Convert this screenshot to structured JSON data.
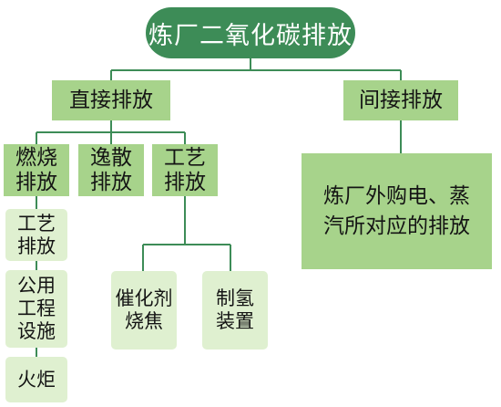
{
  "root": {
    "label": "炼厂二氧化碳排放"
  },
  "direct": {
    "label": "直接排放"
  },
  "indirect": {
    "label": "间接排放"
  },
  "combustion": {
    "label": "燃烧\n排放"
  },
  "fugitive": {
    "label": "逸散\n排放"
  },
  "process": {
    "label": "工艺\n排放"
  },
  "combustion_children": [
    {
      "label": "工艺\n排放"
    },
    {
      "label": "公用\n工程\n设施"
    },
    {
      "label": "火炬"
    }
  ],
  "process_children": [
    {
      "label": "催化剂\n烧焦"
    },
    {
      "label": "制氢\n装置"
    }
  ],
  "indirect_child": {
    "label": "炼厂外购电、蒸\n汽所对应的排放"
  },
  "colors": {
    "root_fill": "#3d8c57",
    "mid_fill": "#a7d38b",
    "light_fill": "#dff0d0",
    "connector": "#3d8c57"
  }
}
